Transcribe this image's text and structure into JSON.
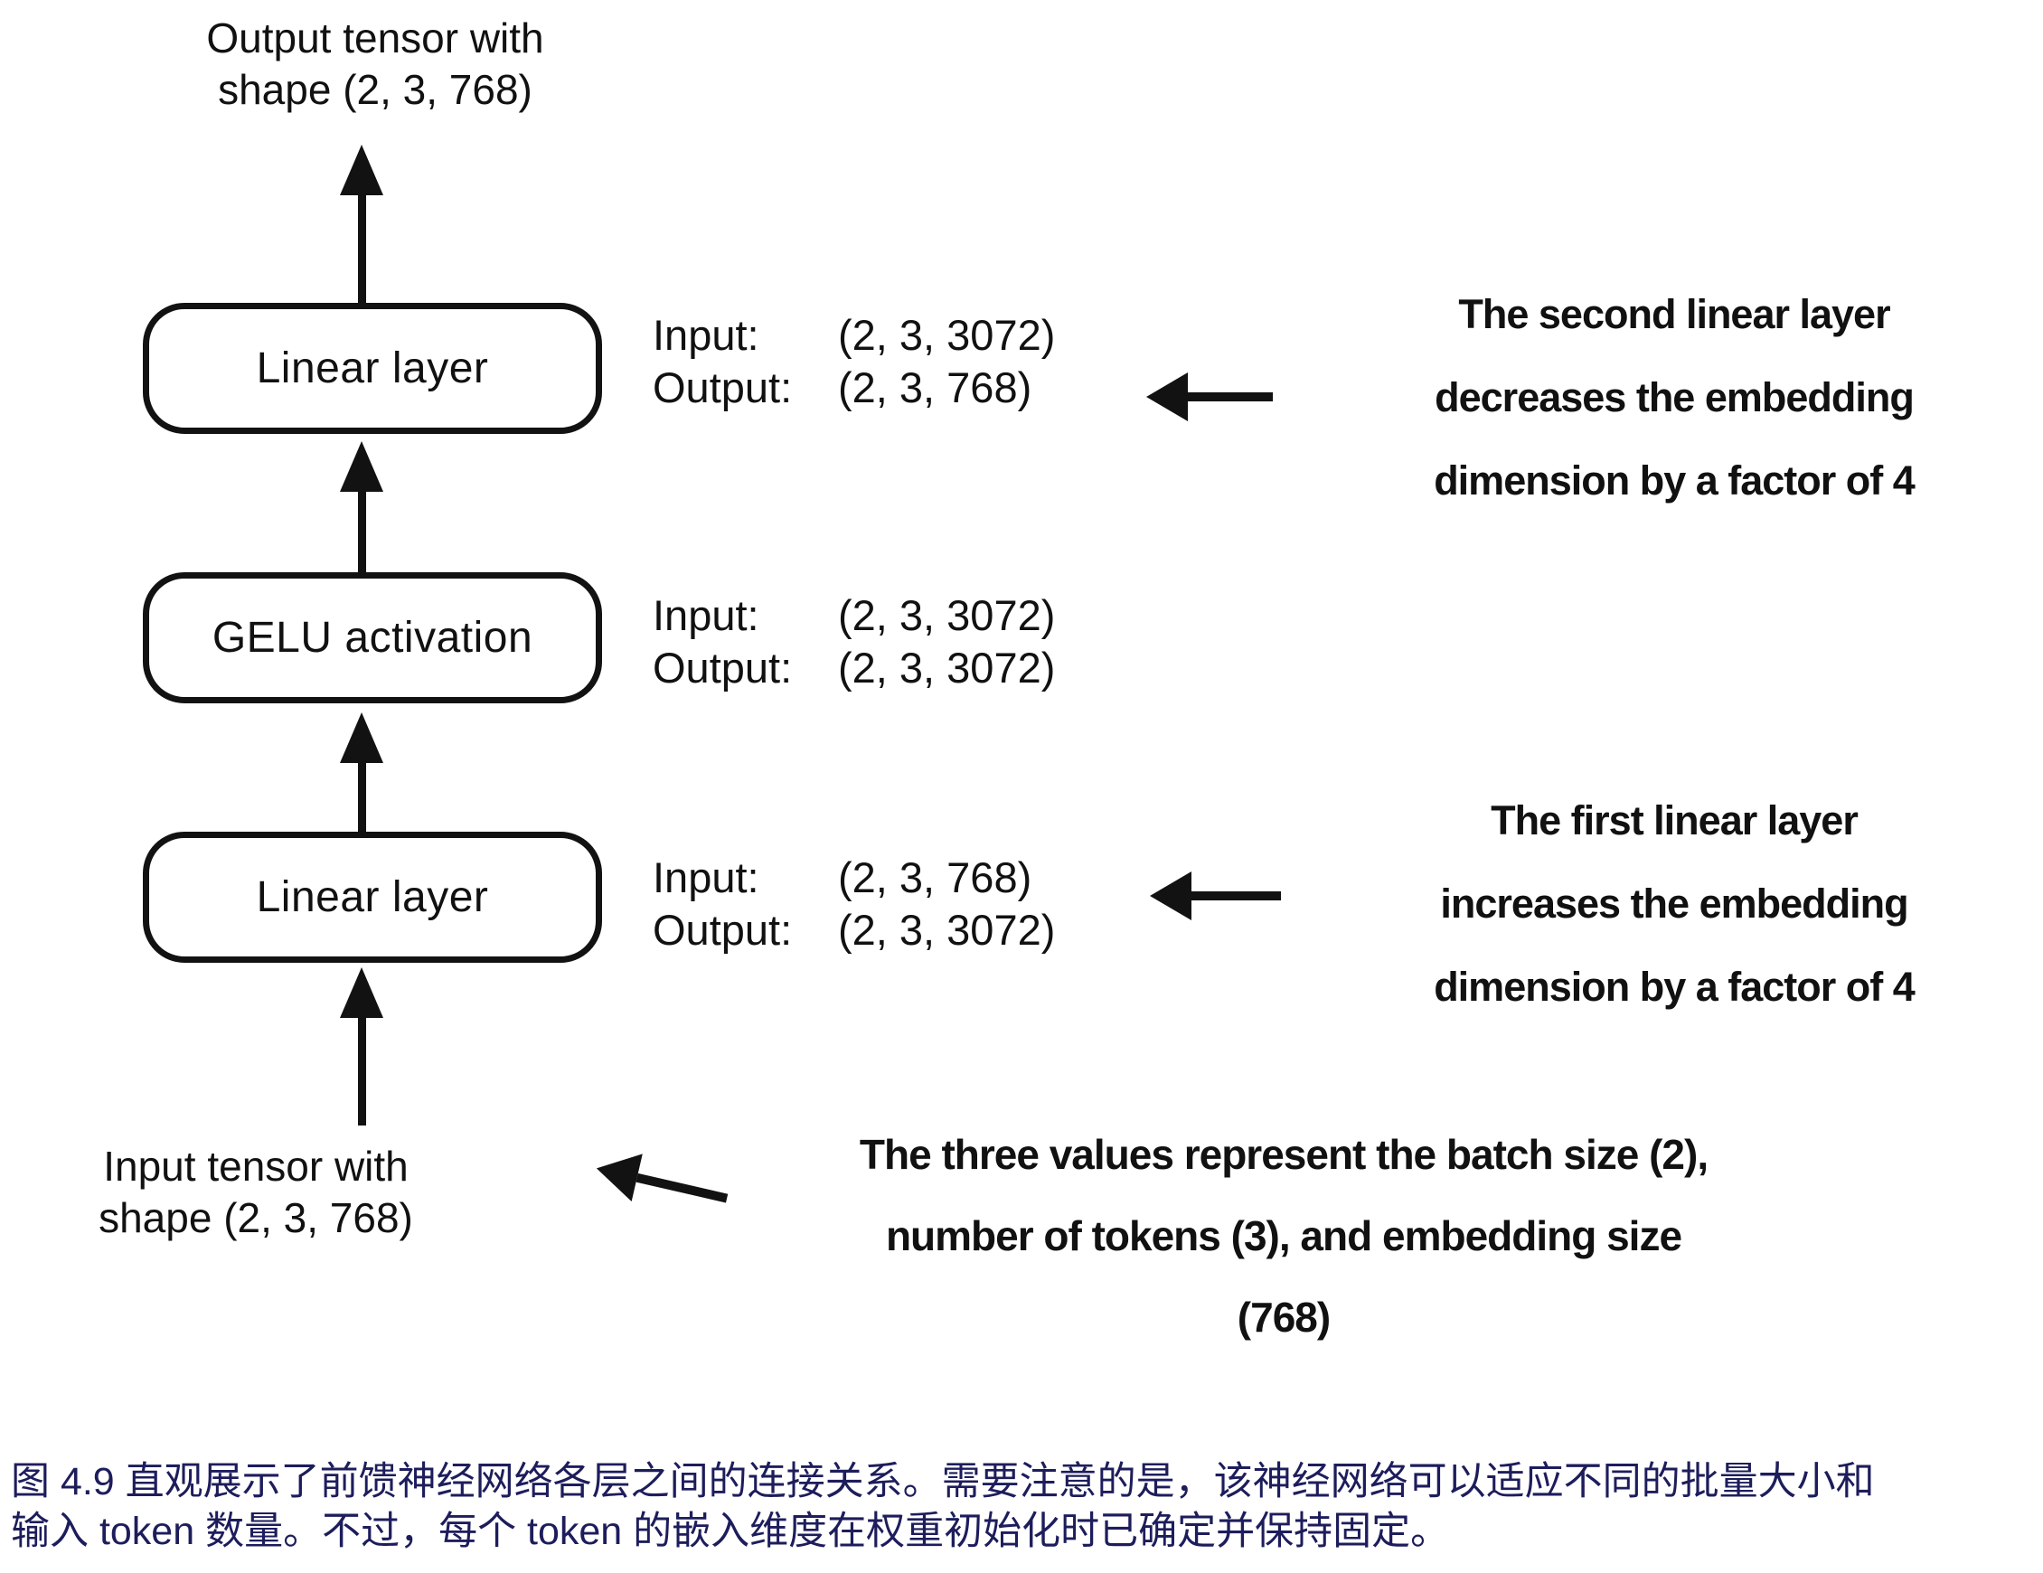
{
  "figure": {
    "output_label": {
      "line1": "Output tensor with",
      "line2": "shape (2, 3, 768)"
    },
    "input_label": {
      "line1": "Input tensor with",
      "line2": "shape (2, 3, 768)"
    },
    "boxes": [
      {
        "label": "Linear layer",
        "io": {
          "in_key": "Input:",
          "in_val": "(2, 3, 3072)",
          "out_key": "Output:",
          "out_val": "(2, 3, 768)"
        }
      },
      {
        "label": "GELU activation",
        "io": {
          "in_key": "Input:",
          "in_val": "(2, 3, 3072)",
          "out_key": "Output:",
          "out_val": "(2, 3, 3072)"
        }
      },
      {
        "label": "Linear layer",
        "io": {
          "in_key": "Input:",
          "in_val": "(2, 3, 768)",
          "out_key": "Output:",
          "out_val": "(2, 3, 3072)"
        }
      }
    ],
    "annotations": {
      "second_linear": {
        "line1": "The second linear layer",
        "line2": "decreases the embedding",
        "line3": "dimension by a factor of 4"
      },
      "first_linear": {
        "line1": "The first linear layer",
        "line2": "increases the embedding",
        "line3": "dimension by a factor of 4"
      },
      "batch_values": {
        "line1": "The three values represent the batch size (2),",
        "line2": "number of tokens (3), and embedding size",
        "line3": "(768)"
      }
    }
  },
  "caption": {
    "line1": "图 4.9 直观展示了前馈神经网络各层之间的连接关系。需要注意的是，该神经网络可以适应不同的批量大小和",
    "line2": "输入 token 数量。不过，每个 token 的嵌入维度在权重初始化时已确定并保持固定。"
  },
  "colors": {
    "ink": "#121212",
    "caption_text": "#1d1d5c",
    "background": "#ffffff"
  }
}
